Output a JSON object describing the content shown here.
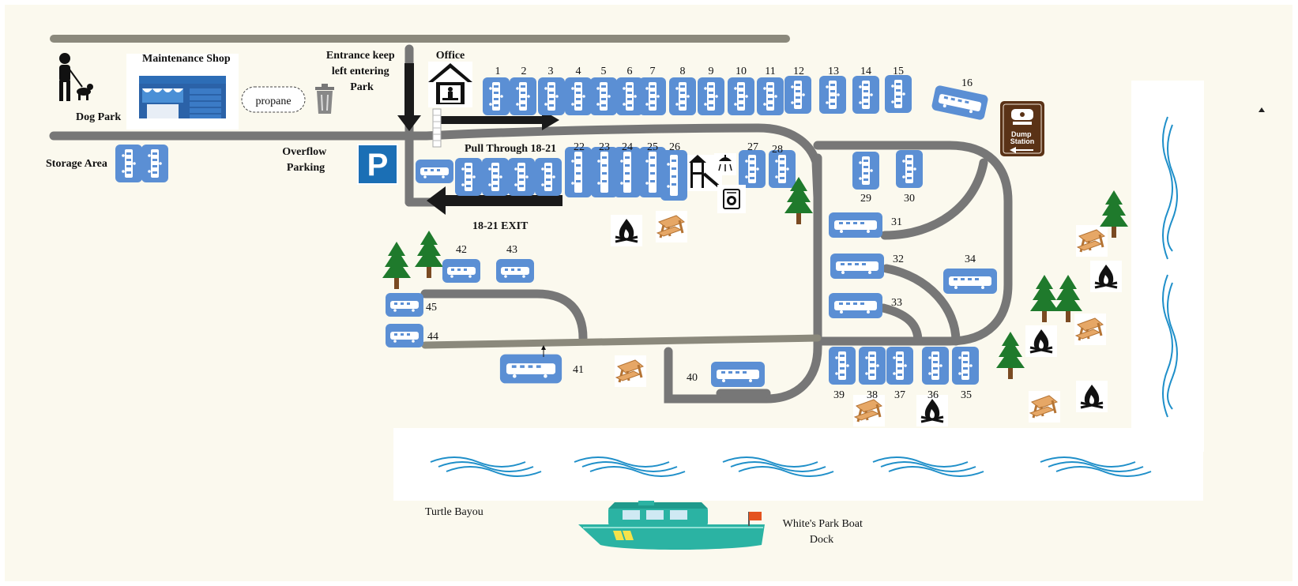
{
  "colors": {
    "background": "#fbf9ee",
    "water": "#ffffff",
    "wave": "#1f8fc9",
    "road": "#777777",
    "road_light": "#8b897c",
    "site": "#5b8fd4",
    "arrow": "#1a1a1a",
    "tree": "#1f7a2c",
    "trunk": "#7a4a22",
    "dump_station": "#5a3216",
    "parking": "#1b6fb5",
    "boat": "#2bb3a3",
    "flag": "#e4531f"
  },
  "labels": {
    "maintenance": "Maintenance Shop",
    "dog_park": "Dog Park",
    "propane": "propane",
    "storage": "Storage Area",
    "entrance": [
      "Entrance keep",
      "left entering",
      "Park"
    ],
    "office": "Office",
    "overflow": [
      "Overflow",
      "Parking"
    ],
    "parking_sign": "P",
    "pull_through": "Pull Through 18-21",
    "exit": "18-21 EXIT",
    "dump": [
      "Dump",
      "Station"
    ],
    "turtle_bayou": "Turtle Bayou",
    "boat_dock": [
      "White's Park Boat",
      "Dock"
    ]
  },
  "icons": {
    "person_dog": "person-walking-dog-icon",
    "shop": "shop-building-icon",
    "trash": "trash-can-icon",
    "office": "office-house-icon",
    "parking": "parking-sign-icon",
    "playground": "playground-icon",
    "shower": "shower-icon",
    "laundry": "washing-machine-icon",
    "campfire": "campfire-icon",
    "picnic": "picnic-table-icon",
    "tree": "pine-tree-icon",
    "dump": "dump-station-icon",
    "boat": "boat-icon"
  },
  "sites": {
    "top_row": [
      "1",
      "2",
      "3",
      "4",
      "5",
      "6",
      "7",
      "8",
      "9",
      "10",
      "11",
      "12",
      "13",
      "14",
      "15"
    ],
    "site_16": "16",
    "pull_through_row": [
      "22",
      "23",
      "24",
      "25",
      "26",
      "27",
      "28"
    ],
    "site_29": "29",
    "site_30": "30",
    "site_31": "31",
    "site_32": "32",
    "site_33": "33",
    "site_34": "34",
    "bottom_row": [
      "39",
      "38",
      "37",
      "36",
      "35"
    ],
    "site_40": "40",
    "site_41": "41",
    "site_42": "42",
    "site_43": "43",
    "site_44": "44",
    "site_45": "45"
  }
}
